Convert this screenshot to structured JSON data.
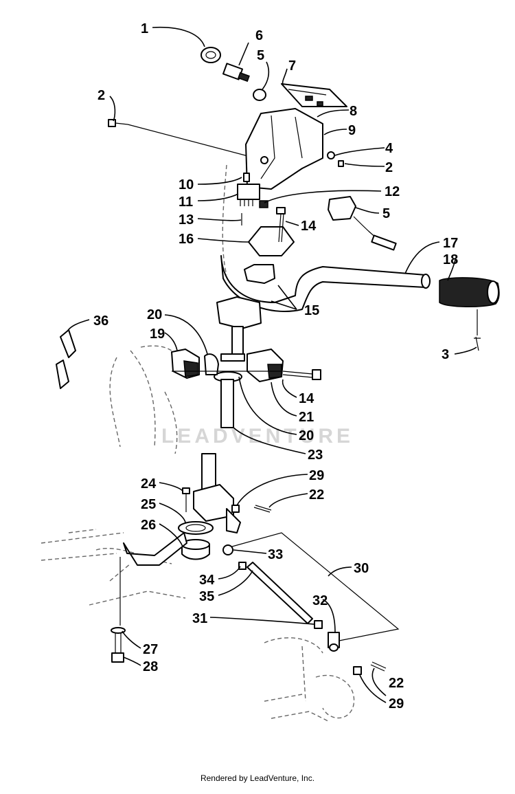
{
  "diagram": {
    "callouts": [
      "1",
      "6",
      "5",
      "7",
      "2",
      "8",
      "9",
      "4",
      "2",
      "10",
      "12",
      "11",
      "5",
      "13",
      "14",
      "16",
      "17",
      "18",
      "15",
      "36",
      "20",
      "19",
      "3",
      "14",
      "21",
      "20",
      "23",
      "24",
      "29",
      "22",
      "25",
      "26",
      "33",
      "30",
      "34",
      "35",
      "32",
      "31",
      "27",
      "28",
      "22",
      "29"
    ]
  },
  "watermark": "LEADVENTURE",
  "footer": "Rendered by LeadVenture, Inc."
}
